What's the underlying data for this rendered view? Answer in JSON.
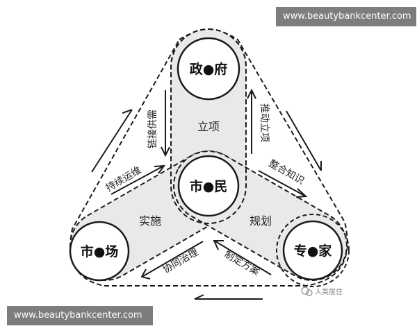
{
  "watermarks": {
    "top": "www.beautybankcenter.com",
    "bottom": "www.beautybankcenter.com"
  },
  "nodes": {
    "government": "政●府",
    "citizens": "市●民",
    "market": "市●场",
    "experts": "专●家"
  },
  "zones": {
    "top": "立项",
    "left": "实施",
    "right": "规划"
  },
  "edges": {
    "gov_to_market": "链接供需",
    "gov_to_experts": "推动立项",
    "market_to_citizens": "持续运维",
    "citizens_to_experts": "整合知识",
    "market_to_experts_bottom": "协同治理",
    "experts_to_market_bottom": "制定方案"
  },
  "credit": "人类居住",
  "colors": {
    "fill": "#e9e9e9",
    "stroke": "#1a1a1a",
    "watermark_bg": "#7d7d7d"
  }
}
